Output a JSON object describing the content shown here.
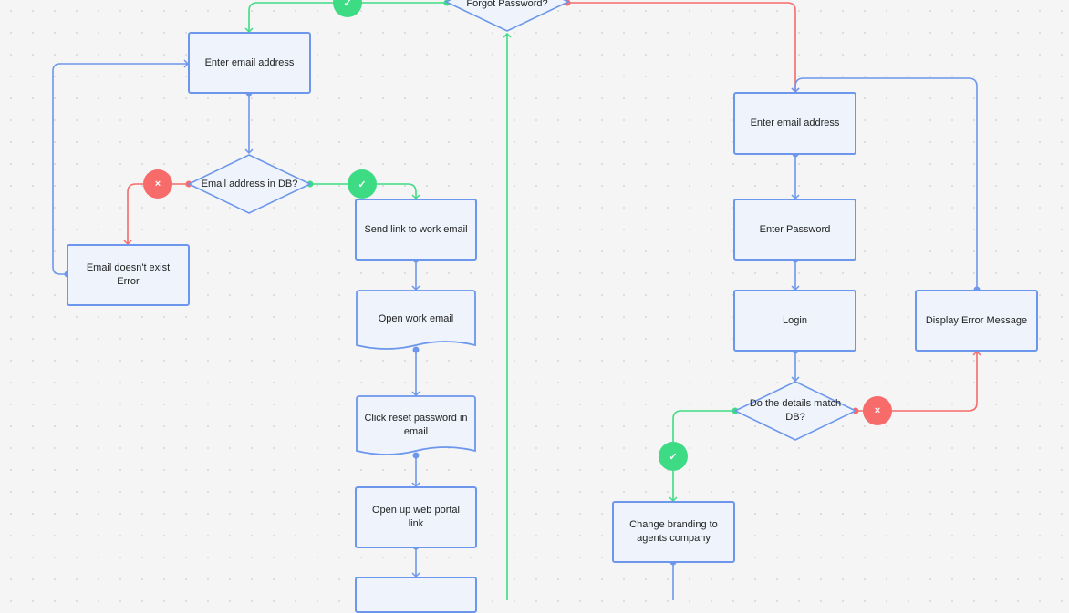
{
  "diagram": {
    "decision_top": "Forgot Password?",
    "left": {
      "enter_email": "Enter email address",
      "email_in_db": "Email address in DB?",
      "email_error": "Email doesn't exist Error",
      "send_link": "Send link to work email",
      "open_work_email": "Open work email",
      "click_reset": "Click reset password in email",
      "open_portal": "Open up web portal link"
    },
    "right": {
      "enter_email": "Enter email address",
      "enter_password": "Enter Password",
      "login": "Login",
      "details_match": "Do  the details match DB?",
      "display_error": "Display Error Message",
      "change_branding": "Change branding to agents company"
    },
    "badges": {
      "yes": "✓",
      "no": "×"
    },
    "colors": {
      "flow": "#6c97ec",
      "yes": "#3ddc84",
      "no": "#f76b6b",
      "node_fill": "#eef3fc"
    }
  }
}
